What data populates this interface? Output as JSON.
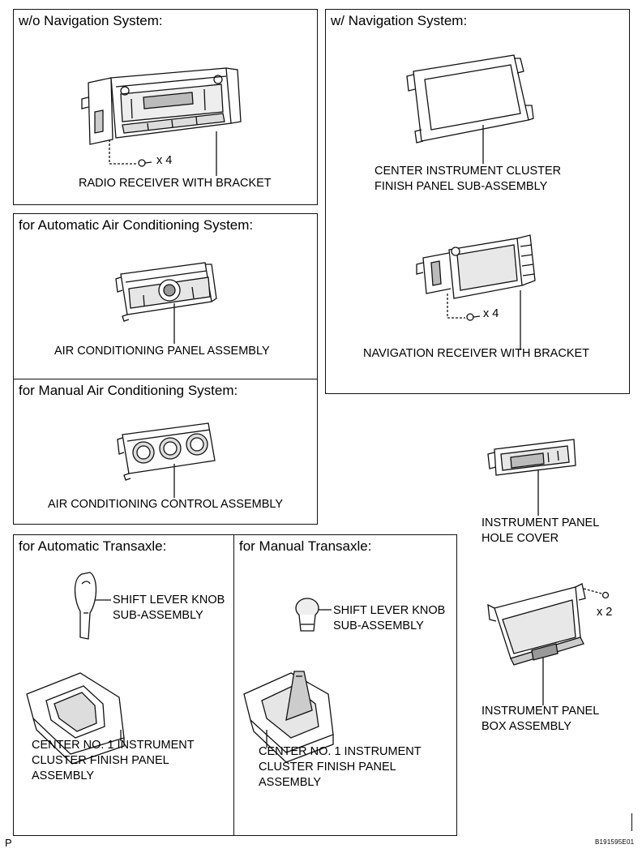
{
  "sections": {
    "wo_nav": "w/o Navigation System:",
    "w_nav": "w/ Navigation System:",
    "auto_ac": "for Automatic Air Conditioning System:",
    "manual_ac": "for Manual Air Conditioning System:",
    "auto_trans": "for Automatic Transaxle:",
    "manual_trans": "for Manual Transaxle:"
  },
  "labels": {
    "radio_receiver": "RADIO RECEIVER WITH BRACKET",
    "radio_screws": "x 4",
    "center_panel_1": "CENTER INSTRUMENT CLUSTER",
    "center_panel_2": "FINISH PANEL SUB-ASSEMBLY",
    "nav_receiver": "NAVIGATION RECEIVER WITH BRACKET",
    "nav_screws": "x 4",
    "ac_panel": "AIR CONDITIONING PANEL ASSEMBLY",
    "ac_control": "AIR CONDITIONING CONTROL ASSEMBLY",
    "hole_cover_1": "INSTRUMENT PANEL",
    "hole_cover_2": "HOLE COVER",
    "box_screws": "x 2",
    "box_1": "INSTRUMENT PANEL",
    "box_2": "BOX ASSEMBLY",
    "at_knob_1": "SHIFT LEVER KNOB",
    "at_knob_2": "SUB-ASSEMBLY",
    "at_panel_1": "CENTER NO. 1 INSTRUMENT",
    "at_panel_2": "CLUSTER FINISH PANEL",
    "at_panel_3": "ASSEMBLY",
    "mt_knob_1": "SHIFT LEVER KNOB",
    "mt_knob_2": "SUB-ASSEMBLY",
    "mt_panel_1": "CENTER NO. 1 INSTRUMENT",
    "mt_panel_2": "CLUSTER FINISH PANEL",
    "mt_panel_3": "ASSEMBLY"
  },
  "footer": {
    "corner_letter": "P",
    "figure_code": "B191595E01"
  }
}
